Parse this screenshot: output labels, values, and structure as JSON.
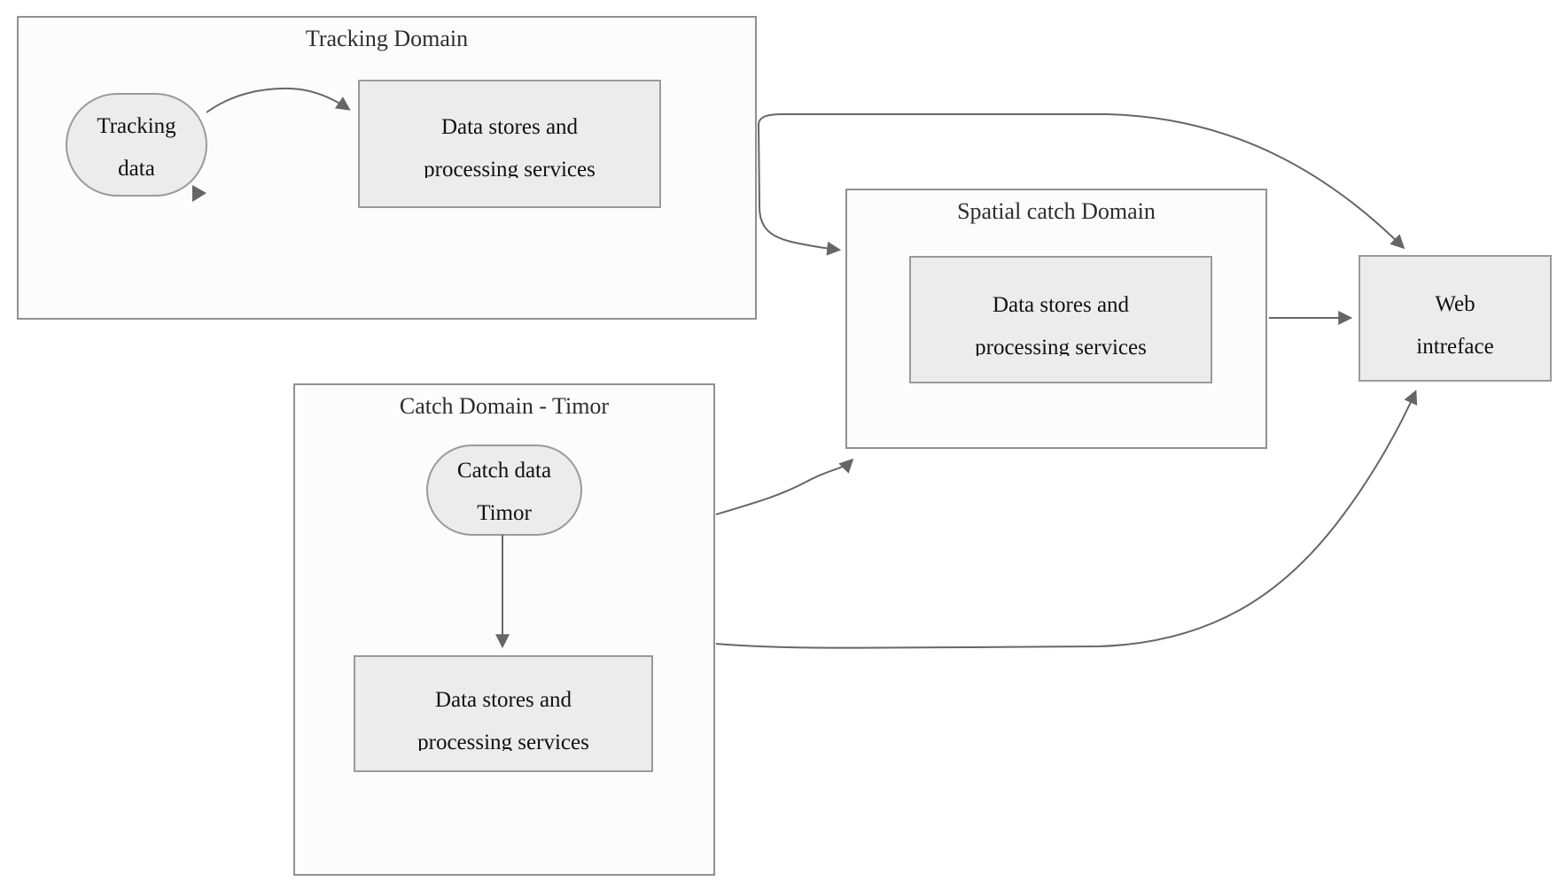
{
  "clusters": {
    "tracking": {
      "title": "Tracking Domain"
    },
    "catch": {
      "title": "Catch Domain - Timor"
    },
    "spatial": {
      "title": "Spatial catch Domain"
    }
  },
  "nodes": {
    "trackingData": {
      "line1": "Tracking",
      "line2": "data"
    },
    "trackingStores": {
      "line1": "Data stores and",
      "line2": "processing services"
    },
    "catchData": {
      "line1": "Catch data",
      "line2": "Timor"
    },
    "catchStores": {
      "line1": "Data stores and",
      "line2": "processing services"
    },
    "spatialStores": {
      "line1": "Data stores and",
      "line2": "processing services"
    },
    "webInterface": {
      "line1": "Web",
      "line2": "intreface"
    }
  },
  "edges": [
    {
      "from": "Tracking data",
      "to": "Data stores and processing services (Tracking Domain)"
    },
    {
      "from": "Tracking Domain",
      "to": "Web intreface"
    },
    {
      "from": "Tracking Domain",
      "to": "Spatial catch Domain"
    },
    {
      "from": "Catch data Timor",
      "to": "Data stores and processing services (Catch Domain)"
    },
    {
      "from": "Catch Domain - Timor",
      "to": "Spatial catch Domain"
    },
    {
      "from": "Catch Domain - Timor",
      "to": "Web intreface"
    },
    {
      "from": "Spatial catch Domain",
      "to": "Web intreface"
    }
  ],
  "colors": {
    "background": "#ffffff",
    "cluster_fill": "#fcfcfc",
    "cluster_border": "#909090",
    "node_fill": "#ececec",
    "node_border": "#9a9a9a",
    "edge": "#666666",
    "text": "#111111",
    "title": "#2e2e2e"
  }
}
